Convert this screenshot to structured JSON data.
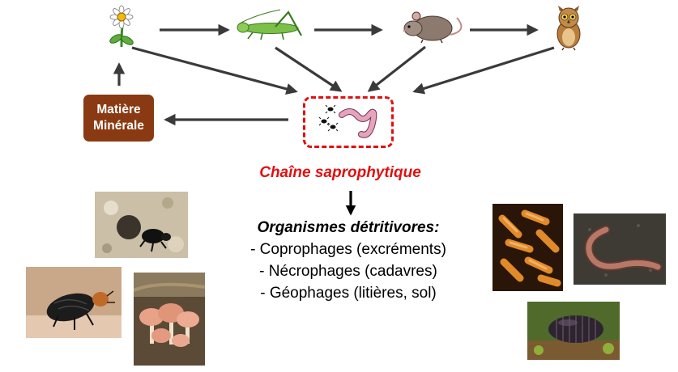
{
  "mineral_box": {
    "line1": "Matière",
    "line2": "Minérale"
  },
  "chain_label": "Chaîne saprophytique",
  "detritivores": {
    "heading": "Organismes détritivores:",
    "items": [
      "- Coprophages (excréments)",
      "- Nécrophages (cadavres)",
      "- Géophages (litières, sol)"
    ]
  },
  "organisms": [
    "flower-icon",
    "grasshopper-icon",
    "rat-icon",
    "owl-icon",
    "earthworm-icon"
  ],
  "photos": [
    "dung-beetle-photo",
    "carrion-beetle-photo",
    "mushrooms-photo",
    "bacteria-photo",
    "earthworm-photo",
    "woodlouse-photo"
  ],
  "colors": {
    "accent_red": "#e01010",
    "mineral_brown": "#8a3a12",
    "arrow": "#3a3a3a"
  }
}
